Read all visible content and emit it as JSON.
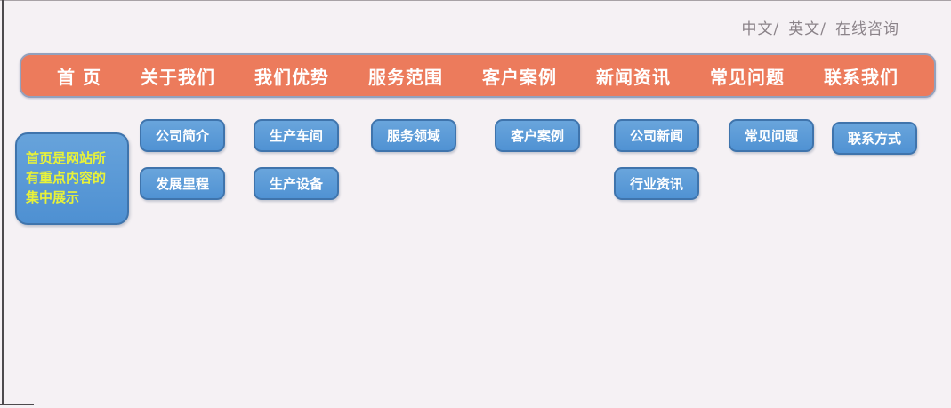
{
  "colors": {
    "page_background": "#f5f1f4",
    "nav_background": "#ec7b5c",
    "nav_border": "#93a1bd",
    "nav_text": "#ffffff",
    "box_background": "#5b9bd5",
    "box_border": "#3f74ac",
    "box_text": "#ffffff",
    "note_text": "#e8f239",
    "top_links_text": "#8b8389"
  },
  "topbar": {
    "links": [
      "中文/",
      "英文/",
      "在线咨询"
    ]
  },
  "nav": {
    "items": [
      "首 页",
      "关于我们",
      "我们优势",
      "服务范围",
      "客户案例",
      "新闻资讯",
      "常见问题",
      "联系我们"
    ]
  },
  "home_note": "首页是网站所有重点内容的集中展示",
  "subpages": {
    "about": [
      "公司简介",
      "发展里程"
    ],
    "advantages": [
      "生产车间",
      "生产设备"
    ],
    "services": [
      "服务领域"
    ],
    "cases": [
      "客户案例"
    ],
    "news": [
      "公司新闻",
      "行业资讯"
    ],
    "faq": [
      "常见问题"
    ],
    "contact": [
      "联系方式"
    ]
  }
}
